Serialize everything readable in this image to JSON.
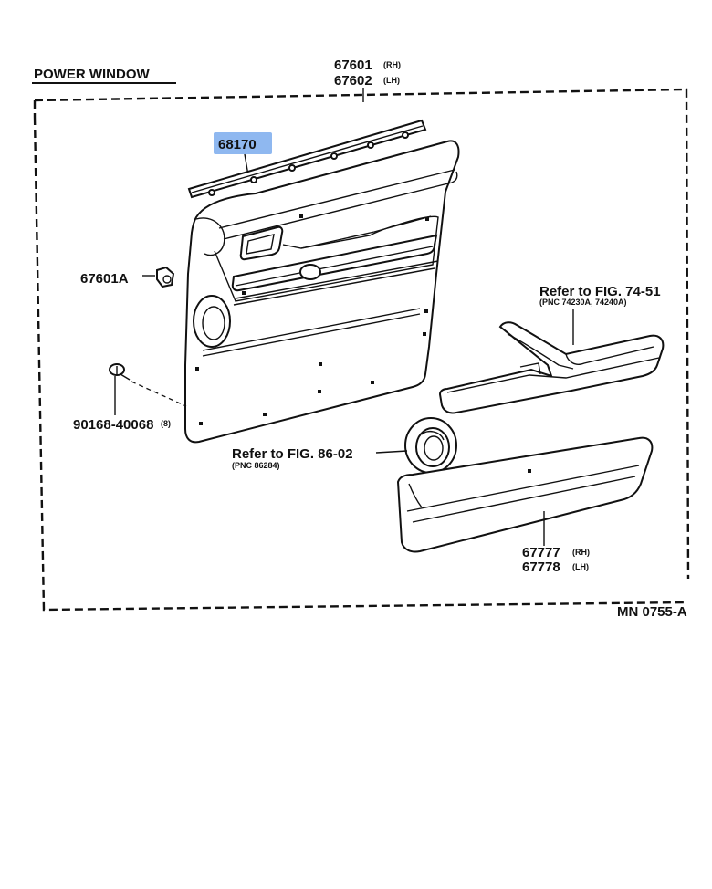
{
  "diagram": {
    "section_title": "POWER WINDOW",
    "drawing_id": "MN  0755-A",
    "highlight_color": "#8fb8f0",
    "parts": {
      "door_trim_board": {
        "numbers": [
          "67601",
          "67602"
        ],
        "sides": [
          "(RH)",
          "(LH)"
        ]
      },
      "window_weatherstrip": {
        "number": "68170"
      },
      "clip": {
        "number": "67601A"
      },
      "screw": {
        "number": "90168-40068",
        "qty": "(8)"
      },
      "armrest_base": {
        "numbers": [
          "67777",
          "67778"
        ],
        "sides": [
          "(RH)",
          "(LH)"
        ]
      }
    },
    "references": {
      "armrest": {
        "text": "Refer  to  FIG. 74-51",
        "pnc": "(PNC 74230A, 74240A)"
      },
      "speaker_grille": {
        "text": "Refer  to  FIG. 86-02",
        "pnc": "(PNC 86284)"
      }
    }
  }
}
